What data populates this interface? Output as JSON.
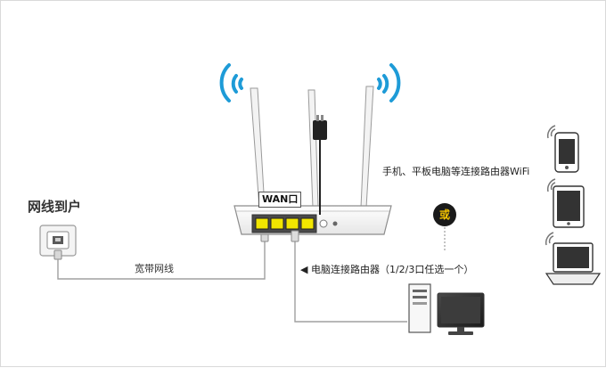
{
  "labels": {
    "title": "网线到户",
    "broadband_cable": "宽带网线",
    "wan_port": "WAN口",
    "pc_connection": "◀ 电脑连接路由器（1/2/3口任选一个）",
    "mobile_connection": "手机、平板电脑等连接路由器WiFi",
    "or": "或"
  },
  "colors": {
    "router_body": "#ffffff",
    "lan_ports": "#f2e600",
    "wifi_signal": "#1e9bd7",
    "cable": "#9a9a9a",
    "or_badge_bg": "#1a1a1a",
    "or_badge_text": "#f5c400"
  },
  "icons": [
    "wall-socket-icon",
    "router-icon",
    "wifi-signal-icon",
    "desktop-pc-icon",
    "phone-icon",
    "tablet-icon",
    "laptop-icon",
    "power-adapter-icon"
  ]
}
